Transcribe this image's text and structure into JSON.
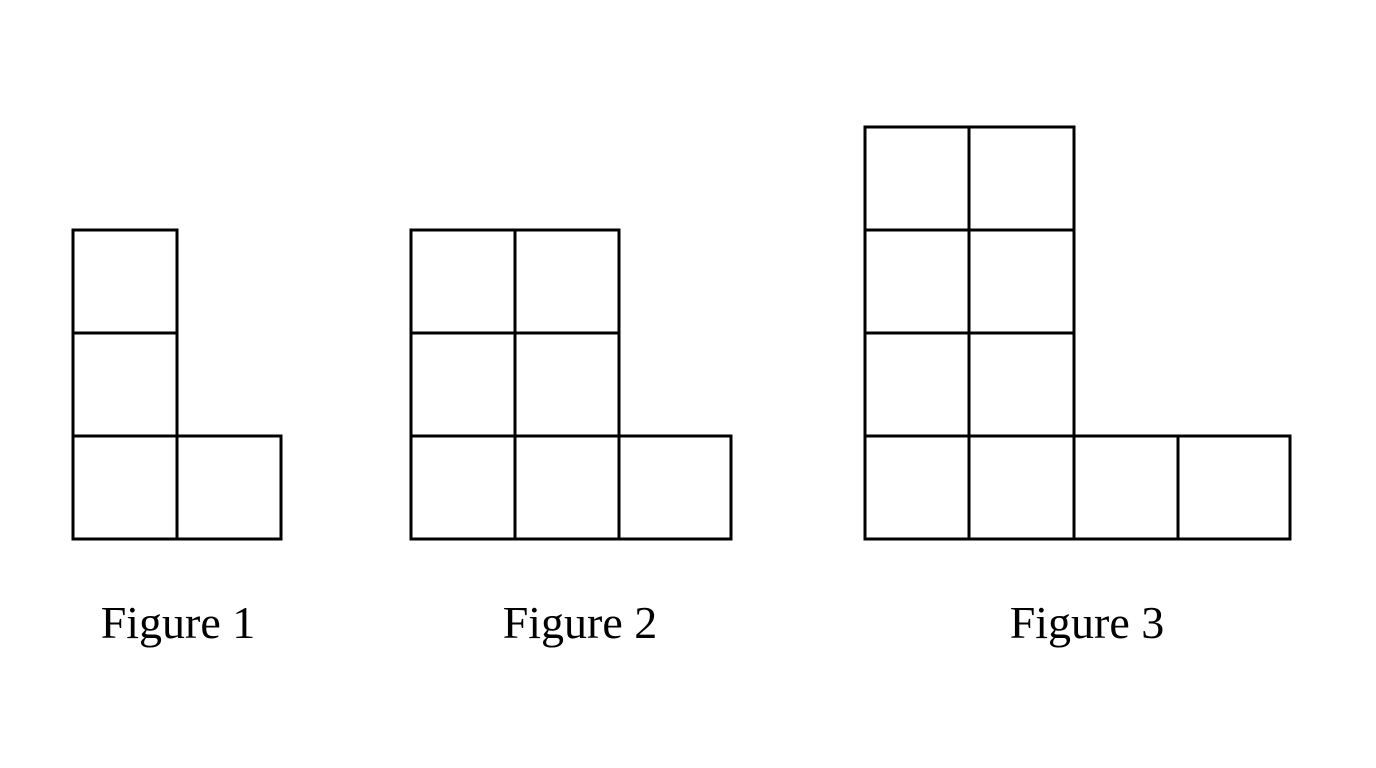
{
  "figures": [
    {
      "caption": "Figure 1",
      "n": 1
    },
    {
      "caption": "Figure 2",
      "n": 2
    },
    {
      "caption": "Figure 3",
      "n": 3
    }
  ],
  "colors": {
    "background": "#ffffff",
    "line": "#000000"
  }
}
